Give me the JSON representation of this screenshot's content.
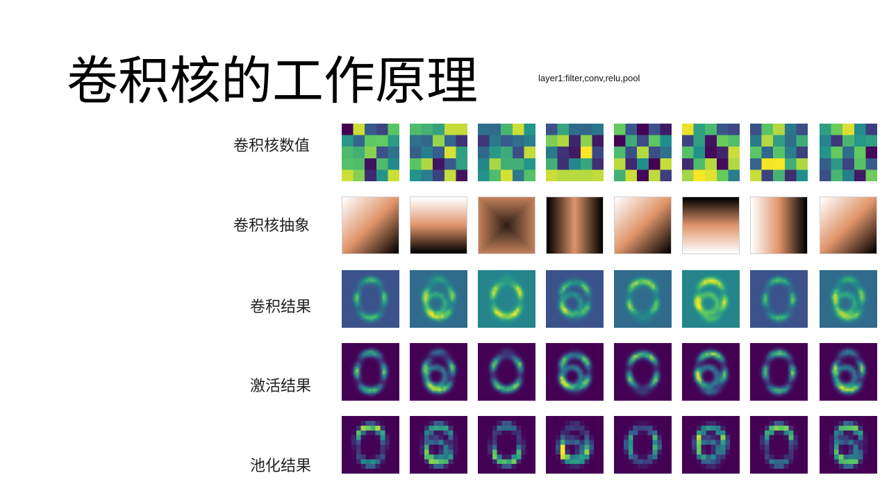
{
  "slide": {
    "title": "卷积核的工作原理",
    "subtitle": "layer1:filter,conv,relu,pool"
  },
  "rows": [
    {
      "key": "kernel-values",
      "label": "卷积核数值"
    },
    {
      "key": "kernel-abstract",
      "label": "卷积核抽象"
    },
    {
      "key": "conv-result",
      "label": "卷积结果"
    },
    {
      "key": "relu-result",
      "label": "激活结果"
    },
    {
      "key": "pool-result",
      "label": "池化结果"
    }
  ],
  "colormaps": {
    "viridis": [
      "#440154",
      "#3b528b",
      "#21918c",
      "#5ec962",
      "#fde725"
    ],
    "copper": [
      "#ffffff",
      "#e0956a",
      "#000000"
    ]
  },
  "abstract_kernels": [
    {
      "direction": "diag-tl-br"
    },
    {
      "direction": "top-bottom"
    },
    {
      "direction": "center-dark"
    },
    {
      "direction": "left-right-center"
    },
    {
      "direction": "diag-tl-br"
    },
    {
      "direction": "bottom-top"
    },
    {
      "direction": "left-right"
    },
    {
      "direction": "diag-br-tl"
    }
  ]
}
